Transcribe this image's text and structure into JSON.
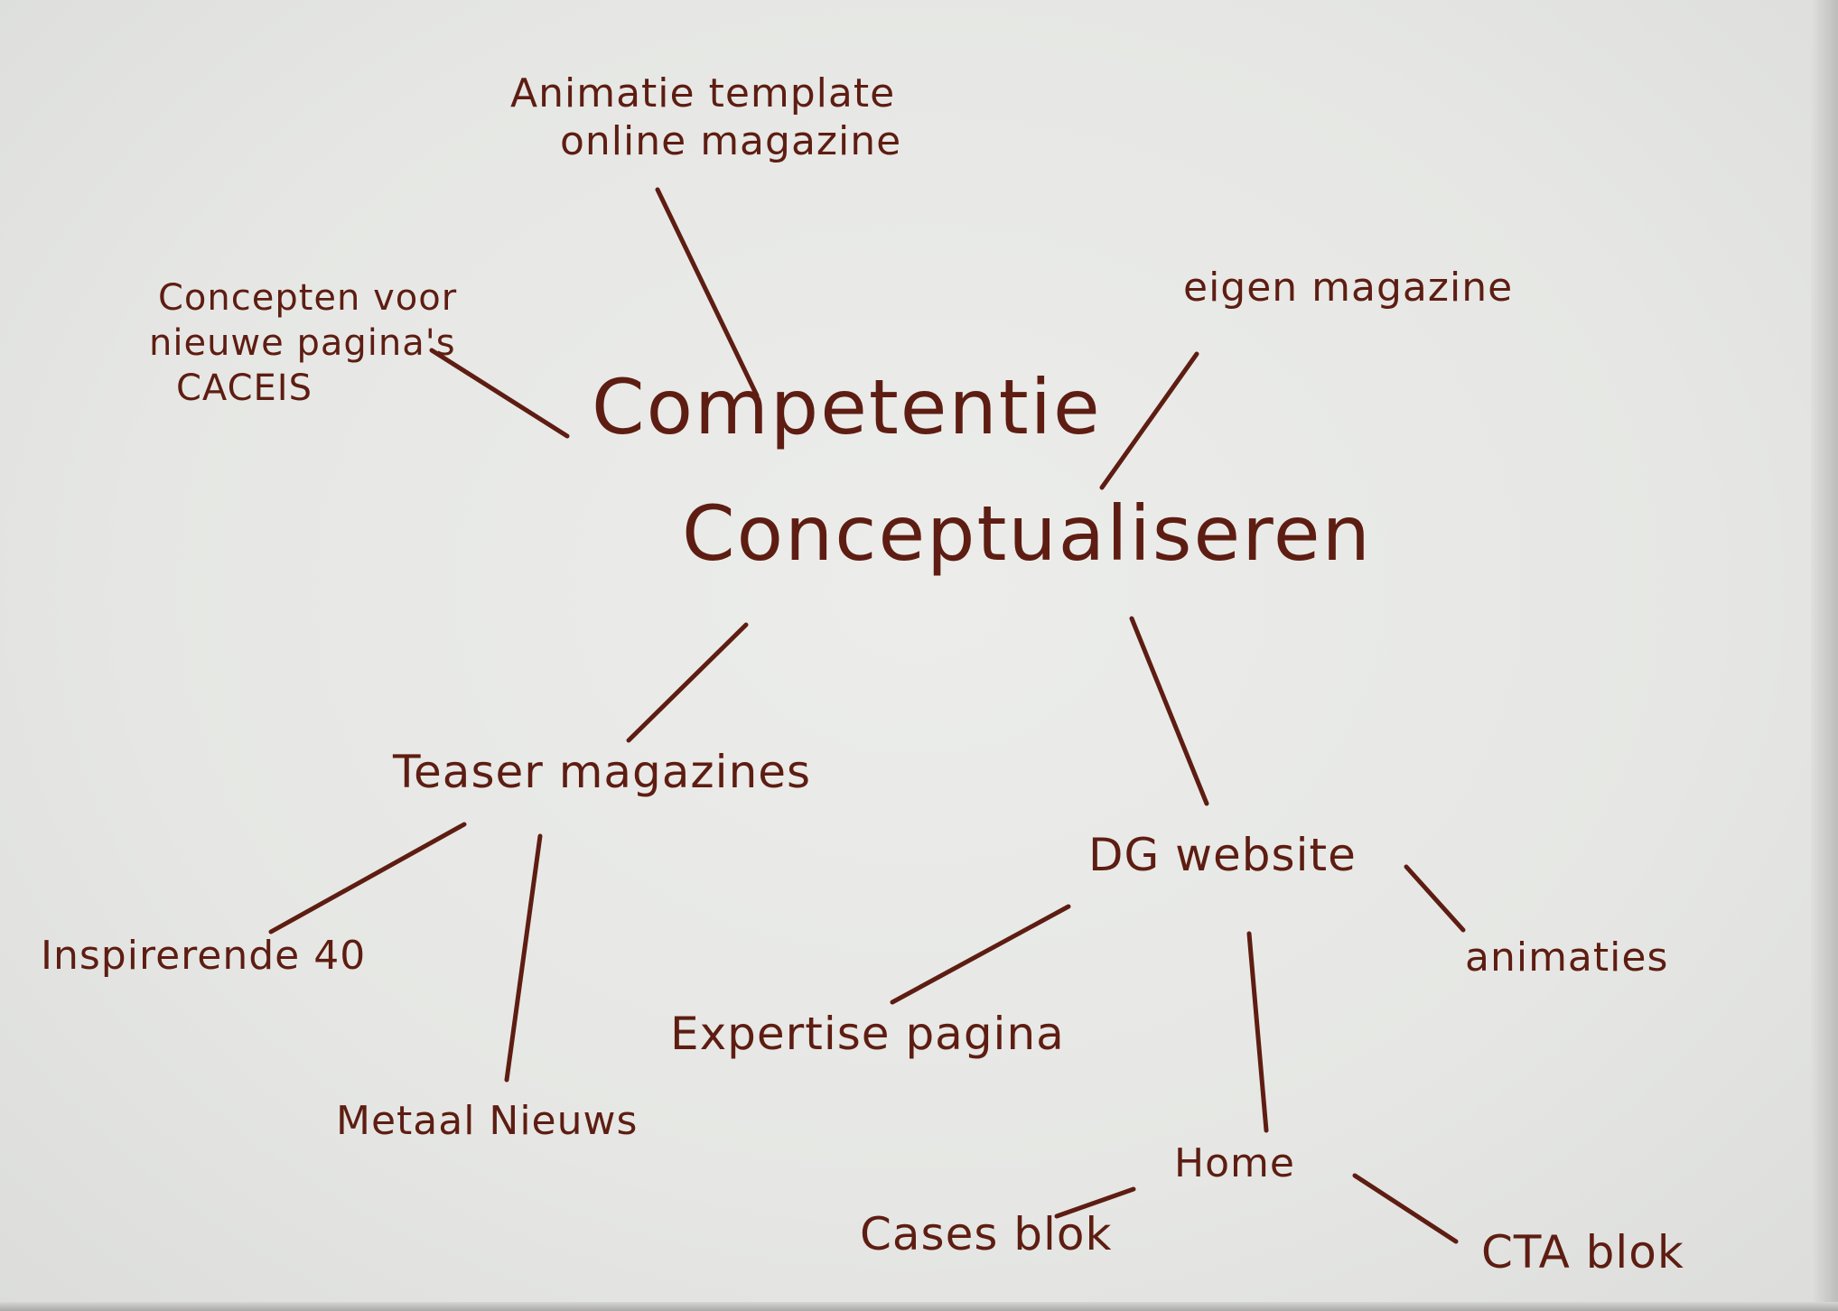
{
  "diagram": {
    "ink_color": "#5e1d12",
    "paper_color": "#e8e9e6",
    "center": {
      "line1": "Competentie",
      "line2": "Conceptualiseren"
    },
    "nodes": {
      "animatie_template": {
        "line1": "Animatie template",
        "line2": "online magazine"
      },
      "concepten": {
        "line1": "Concepten voor",
        "line2": "nieuwe pagina's",
        "line3": "CACEIS"
      },
      "eigen_magazine": "eigen magazine",
      "teaser_magazines": "Teaser magazines",
      "inspirerende_40": "Inspirerende 40",
      "metaal_nieuws": "Metaal Nieuws",
      "dg_website": "DG website",
      "animaties": "animaties",
      "expertise_pagina": "Expertise pagina",
      "home": "Home",
      "cases_blok": "Cases blok",
      "cta_blok": "CTA blok"
    }
  }
}
